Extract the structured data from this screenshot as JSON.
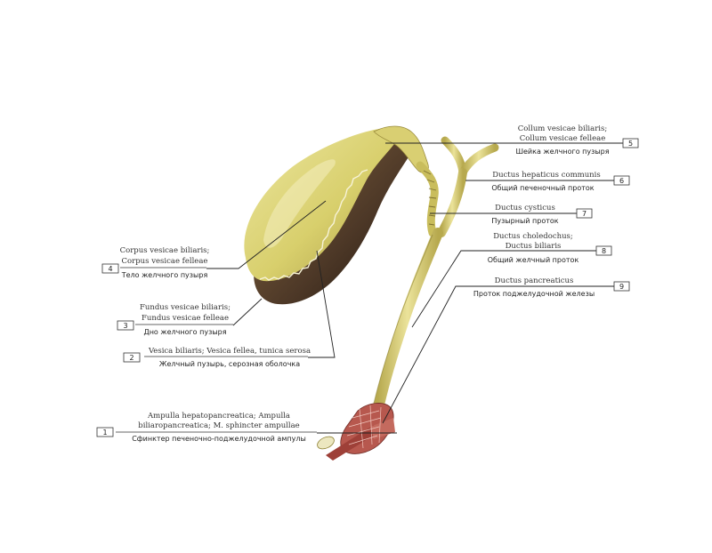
{
  "labels": [
    {
      "number": "1",
      "latin": [
        "Ampulla hepatopancreatica; Ampulla",
        "biliaropancreatica; M. sphincter ampullae"
      ],
      "russian": "Сфинктер печеночно-поджелудочной ампулы"
    },
    {
      "number": "2",
      "latin": [
        "Vesica biliaris; Vesica fellea, tunica serosa"
      ],
      "russian": "Желчный пузырь, серозная оболочка"
    },
    {
      "number": "3",
      "latin": [
        "Fundus vesicae biliaris;",
        "Fundus vesicae felleae"
      ],
      "russian": "Дно желчного пузыря"
    },
    {
      "number": "4",
      "latin": [
        "Corpus vesicae biliaris;",
        "Corpus vesicae felleae"
      ],
      "russian": "Тело желчного пузыря"
    },
    {
      "number": "5",
      "latin": [
        "Collum vesicae biliaris;",
        "Collum vesicae felleae"
      ],
      "russian": "Шейка желчного пузыря"
    },
    {
      "number": "6",
      "latin": [
        "Ductus hepaticus communis"
      ],
      "russian": "Общий печеночный проток"
    },
    {
      "number": "7",
      "latin": [
        "Ductus cysticus"
      ],
      "russian": "Пузырный проток"
    },
    {
      "number": "8",
      "latin": [
        "Ductus choledochus;",
        "Ductus biliaris"
      ],
      "russian": "Общий желчный проток"
    },
    {
      "number": "9",
      "latin": [
        "Ductus pancreaticus"
      ],
      "russian": "Проток поджелудочной железы"
    }
  ],
  "colors": {
    "bile": "#ddd57a",
    "bile_dark": "#a79a45",
    "serosa": "#3a2a1c",
    "sphincter": "#b85a50",
    "line": "#222222"
  }
}
